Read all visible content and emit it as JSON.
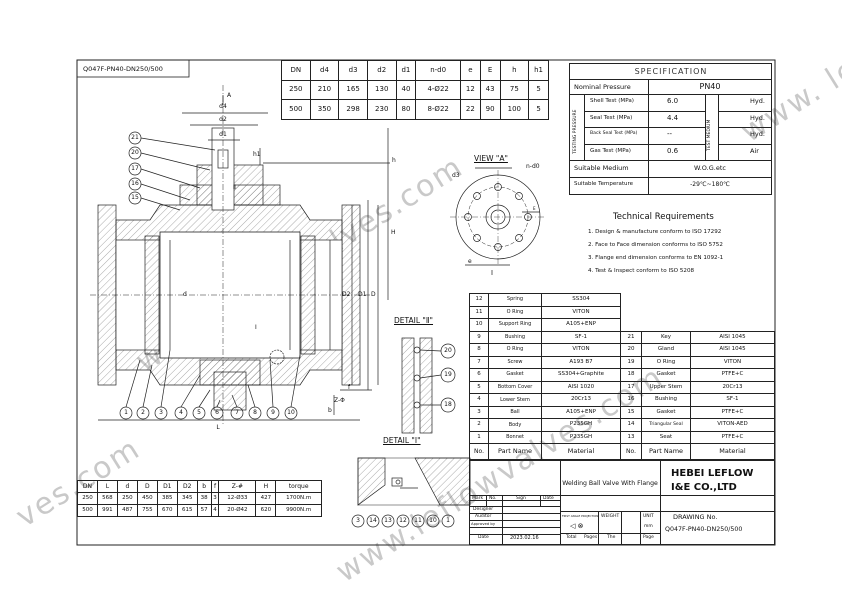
{
  "title_tag": "Q047F-PN40-DN250/500",
  "top_table": {
    "headers": [
      "DN",
      "d4",
      "d3",
      "d2",
      "d1",
      "n-d0",
      "e",
      "E",
      "h",
      "h1"
    ],
    "rows": [
      [
        "250",
        "210",
        "165",
        "130",
        "40",
        "4-Ø22",
        "12",
        "43",
        "75",
        "5"
      ],
      [
        "500",
        "350",
        "298",
        "230",
        "80",
        "8-Ø22",
        "22",
        "90",
        "100",
        "5"
      ]
    ]
  },
  "specification": {
    "title": "SPECIFICATION",
    "nominal_label": "Nominal Pressure",
    "nominal_value": "PN40",
    "testing_pressure_label": "TESTING PRESSURE",
    "test_medium_label": "TEST MEDIUM",
    "rows": [
      {
        "label": "Shell Test (MPa)",
        "value": "6.0",
        "medium": "Hyd."
      },
      {
        "label": "Seal Test (MPa)",
        "value": "4.4",
        "medium": "Hyd."
      },
      {
        "label": "Back Seal Test (MPa)",
        "value": "--",
        "medium": "Hyd."
      },
      {
        "label": "Gas Test (MPa)",
        "value": "0.6",
        "medium": "Air"
      }
    ],
    "suitable_medium_label": "Suitable Medium",
    "suitable_medium_value": "W.O.G.etc",
    "suitable_temp_label": "Suitable Temperature",
    "suitable_temp_value": "-29℃~180℃"
  },
  "tech_req": {
    "title": "Technical Requirements",
    "items": [
      "1. Design & manufacture conform to ISO 17292",
      "2. Face to Face dimension conforms to ISO 5752",
      "3. Flange end dimension conforms to EN 1092-1",
      "4. Test & Inspect conform to ISO 5208"
    ]
  },
  "view_a_label": "VIEW \"A\"",
  "detail_ii_label": "DETAIL \"Ⅱ\"",
  "detail_i_label": "DETAIL \"Ⅰ\"",
  "dim_labels": {
    "A": "A",
    "d4": "d4",
    "d2": "d2",
    "d1": "d1",
    "h1": "h1",
    "h": "h",
    "H": "H",
    "d": "d",
    "D2": "D2",
    "D1": "D1",
    "D": "D",
    "L": "L",
    "f": "f",
    "Z": "Z-Φ",
    "b": "b",
    "d3": "d3",
    "nd0": "n-d0",
    "e": "e",
    "E": "E",
    "roman1": "Ⅰ",
    "roman2": "Ⅱ"
  },
  "callouts_main": [
    "21",
    "20",
    "17",
    "16",
    "15"
  ],
  "callouts_bottom": [
    "1",
    "2",
    "3",
    "4",
    "5",
    "6",
    "7",
    "8",
    "9",
    "10"
  ],
  "callouts_detail2": [
    "20",
    "19",
    "18"
  ],
  "callouts_detail1": [
    "3",
    "14",
    "13",
    "12",
    "11",
    "10",
    "1"
  ],
  "bottom_table": {
    "headers": [
      "DN",
      "L",
      "d",
      "D",
      "D1",
      "D2",
      "b",
      "f",
      "Z-#",
      "H",
      "torque"
    ],
    "rows": [
      [
        "250",
        "568",
        "250",
        "450",
        "385",
        "345",
        "38",
        "3",
        "12-Ø33",
        "427",
        "1700N.m"
      ],
      [
        "500",
        "991",
        "487",
        "755",
        "670",
        "615",
        "57",
        "4",
        "20-Ø42",
        "620",
        "9900N.m"
      ]
    ]
  },
  "parts_left": [
    [
      "12",
      "Spring",
      "SS304"
    ],
    [
      "11",
      "O Ring",
      "VITON"
    ],
    [
      "10",
      "Support Ring",
      "A105+ENP"
    ],
    [
      "9",
      "Bushing",
      "SF-1"
    ],
    [
      "8",
      "O Ring",
      "VITON"
    ],
    [
      "7",
      "Screw",
      "A193 B7"
    ],
    [
      "6",
      "Gasket",
      "SS304+Graphite"
    ],
    [
      "5",
      "Bottom Cover",
      "AISI 1020"
    ],
    [
      "4",
      "Lower Stem",
      "20Cr13"
    ],
    [
      "3",
      "Ball",
      "A105+ENP"
    ],
    [
      "2",
      "Body",
      "P235GH"
    ],
    [
      "1",
      "Bonnet",
      "P235GH"
    ]
  ],
  "parts_right": [
    [
      "21",
      "Key",
      "AISI 1045"
    ],
    [
      "20",
      "Gland",
      "AISI 1045"
    ],
    [
      "19",
      "O Ring",
      "VITON"
    ],
    [
      "18",
      "Gasket",
      "PTFE+C"
    ],
    [
      "17",
      "Upper Stem",
      "20Cr13"
    ],
    [
      "16",
      "Bushing",
      "SF-1"
    ],
    [
      "15",
      "Gasket",
      "PTFE+C"
    ],
    [
      "14",
      "Triangular Seal",
      "VITON-AED"
    ],
    [
      "13",
      "Seat",
      "PTFE+C"
    ]
  ],
  "parts_header": {
    "no": "No.",
    "name": "Part Name",
    "material": "Material"
  },
  "title_block": {
    "product": "Welding Ball Valve With Flange",
    "company_line1": "HEBEI LEFLOW",
    "company_line2": "I&E CO.,LTD",
    "drawing_no_label": "DRAWING No.",
    "drawing_no": "Q047F-PN40-DN250/500",
    "mark": "Mark",
    "no": "No.",
    "sign": "Sign",
    "date": "Date",
    "designer": "Designer",
    "auditor": "Auditor",
    "approved": "Approved by",
    "date_label": "Date",
    "date_value": "2023.02.16",
    "projection": "FIRST ANGLE PROJECTION",
    "weight": "WEIGHT",
    "unit": "UNIT",
    "unit_value": "mm",
    "total": "Total",
    "pages": "Pages",
    "the": "The",
    "page": "Page"
  },
  "watermarks": [
    "www.leflowvalves.com",
    "www.leflowvalves.com",
    "ves.com",
    "www. le"
  ]
}
